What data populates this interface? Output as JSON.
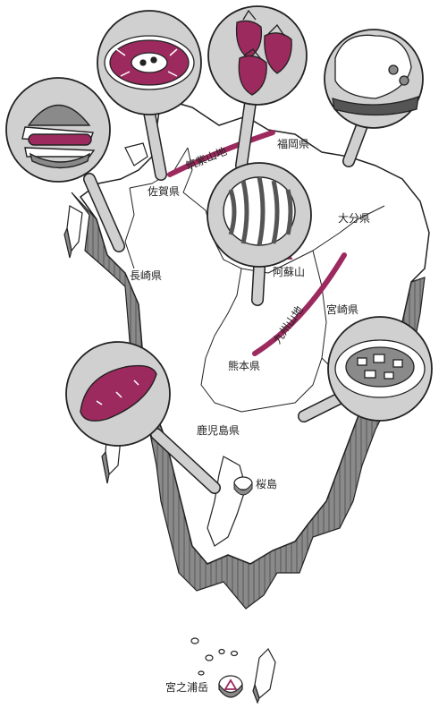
{
  "labels": {
    "fukuoka": "福岡県",
    "saga": "佐賀県",
    "nagasaki": "長崎県",
    "oita": "大分県",
    "kumamoto": "熊本県",
    "miyazaki": "宮崎県",
    "kagoshima": "鹿児島県",
    "aso": "阿蘇山",
    "sakurajima": "桜島",
    "miyanoura": "宮之浦岳",
    "tsukushi": "筑紫山地",
    "kyushu_mts": "九州山地"
  },
  "colors": {
    "accent": "#9c2a5e",
    "land": "#ffffff",
    "cliff": "#8a8a8a",
    "lens": "#d0d0d0",
    "outline": "#222222"
  },
  "icons": [
    "hamburger-icon",
    "ariake-bowl-icon",
    "strawberries-icon",
    "karaage-icon",
    "watermelon-icon",
    "sweet-potato-icon",
    "rice-dish-icon"
  ]
}
